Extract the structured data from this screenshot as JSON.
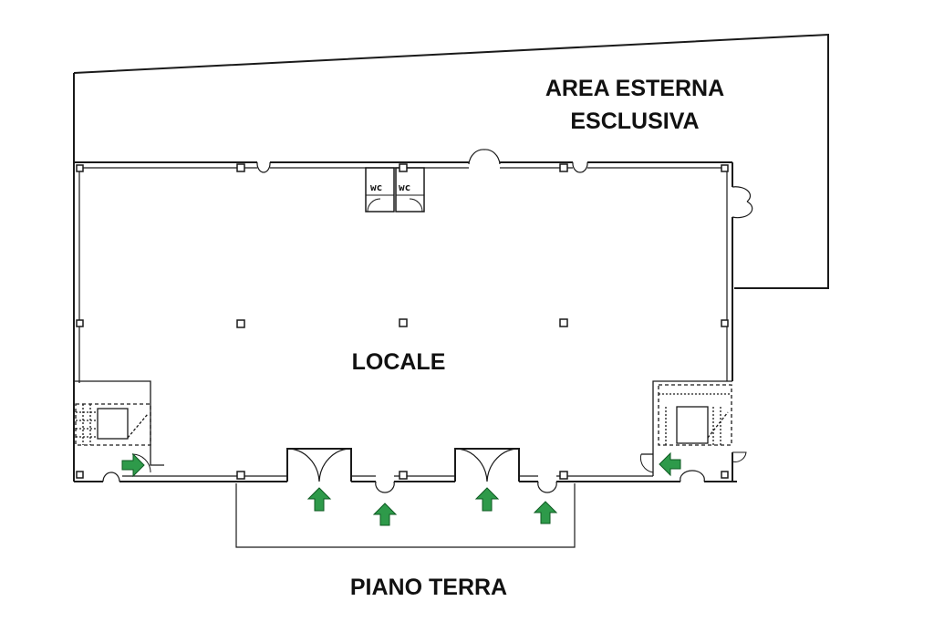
{
  "labels": {
    "outdoor_area_line1": "AREA ESTERNA",
    "outdoor_area_line2": "ESCLUSIVA",
    "room": "LOCALE",
    "floor": "PIANO TERRA",
    "wc_1": "wc",
    "wc_2": "wc"
  },
  "colors": {
    "walls": "#1a1a1a",
    "exit_arrow_fill": "#2e9a4a",
    "exit_arrow_stroke": "#0e5a22",
    "background": "#ffffff"
  },
  "icons": {
    "exit_arrow": "green-exit-arrow-icon",
    "door_swing": "door-swing-icon",
    "pillar": "pillar-square-icon",
    "staircase": "staircase-icon"
  }
}
